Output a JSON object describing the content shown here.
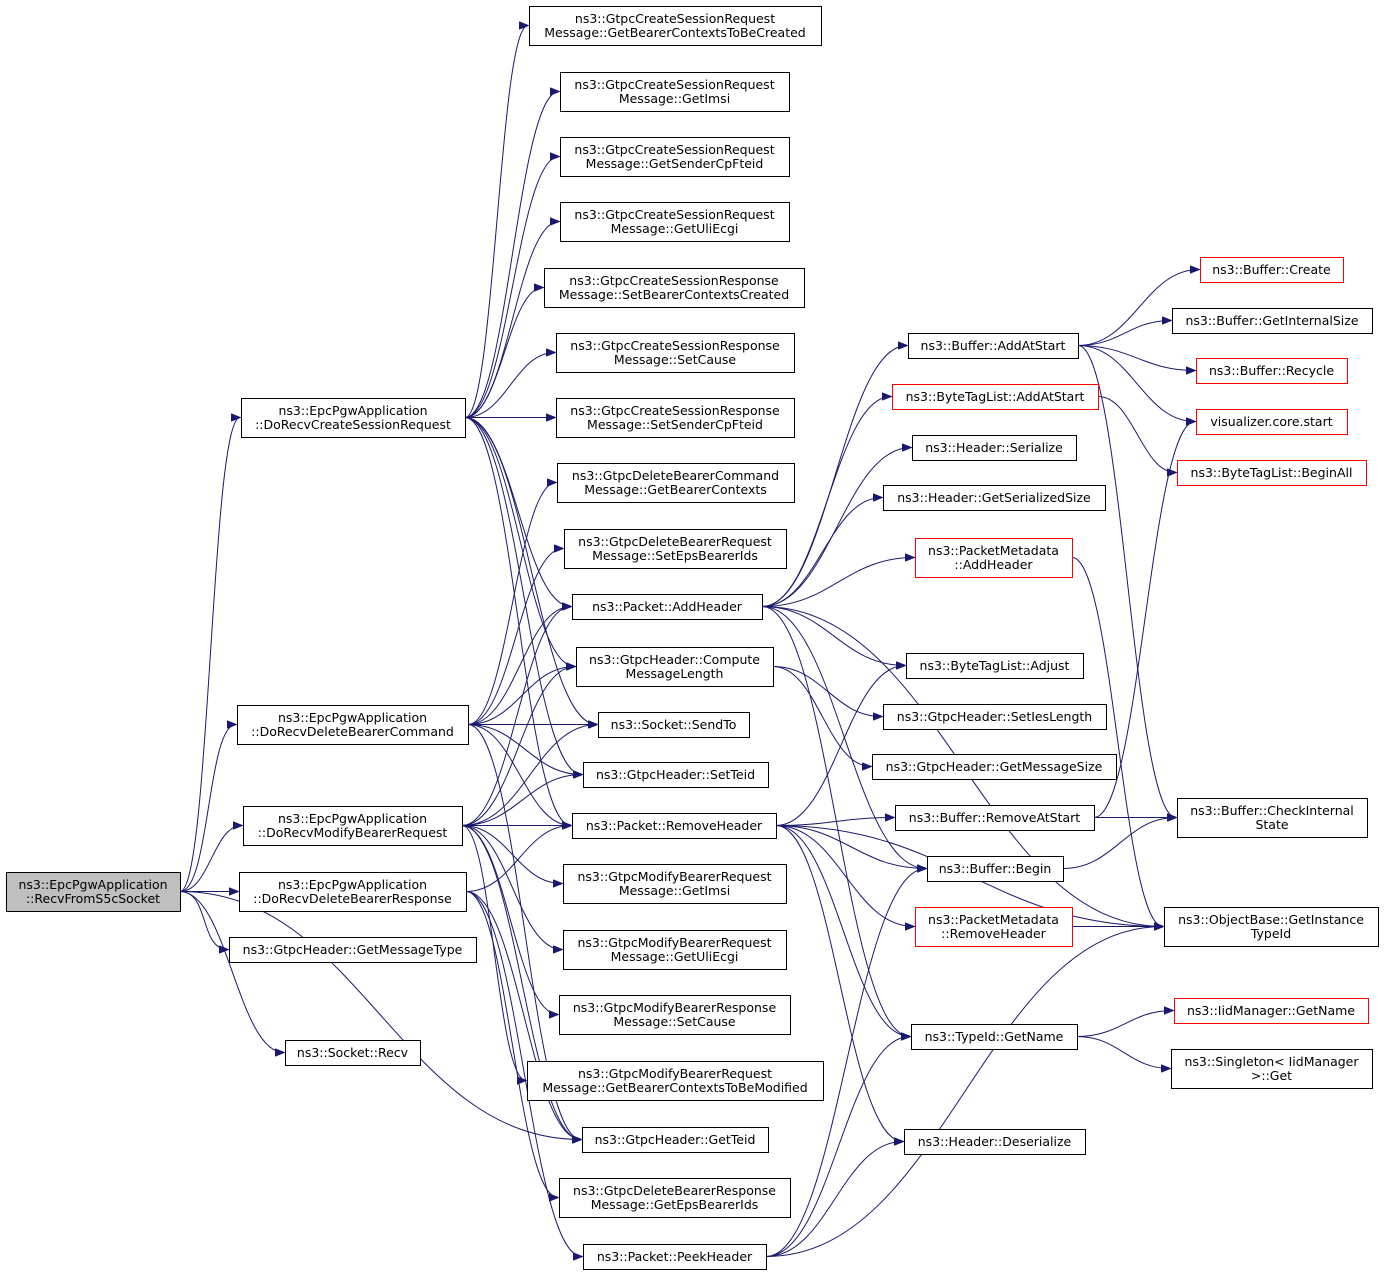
{
  "colors": {
    "edge": "#191970",
    "node_border": "#000000",
    "red_border": "#ff0000",
    "root_fill": "#bfbfbf",
    "node_fill": "#ffffff"
  },
  "nodes": {
    "root": {
      "lines": [
        "ns3::EpcPgwApplication",
        "::RecvFromS5cSocket"
      ],
      "style": "root"
    },
    "dcsr": {
      "lines": [
        "ns3::EpcPgwApplication",
        "::DoRecvCreateSessionRequest"
      ],
      "style": "normal"
    },
    "ddbc": {
      "lines": [
        "ns3::EpcPgwApplication",
        "::DoRecvDeleteBearerCommand"
      ],
      "style": "normal"
    },
    "dmbr": {
      "lines": [
        "ns3::EpcPgwApplication",
        "::DoRecvModifyBearerRequest"
      ],
      "style": "normal"
    },
    "ddbr": {
      "lines": [
        "ns3::EpcPgwApplication",
        "::DoRecvDeleteBearerResponse"
      ],
      "style": "normal"
    },
    "gmt": {
      "lines": [
        "ns3::GtpcHeader::GetMessageType"
      ],
      "style": "normal"
    },
    "recv": {
      "lines": [
        "ns3::Socket::Recv"
      ],
      "style": "normal"
    },
    "csr_gbc": {
      "lines": [
        "ns3::GtpcCreateSessionRequest",
        "Message::GetBearerContextsToBeCreated"
      ],
      "style": "normal"
    },
    "csr_gi": {
      "lines": [
        "ns3::GtpcCreateSessionRequest",
        "Message::GetImsi"
      ],
      "style": "normal"
    },
    "csr_gsc": {
      "lines": [
        "ns3::GtpcCreateSessionRequest",
        "Message::GetSenderCpFteid"
      ],
      "style": "normal"
    },
    "csr_gue": {
      "lines": [
        "ns3::GtpcCreateSessionRequest",
        "Message::GetUliEcgi"
      ],
      "style": "normal"
    },
    "csrs_sbc": {
      "lines": [
        "ns3::GtpcCreateSessionResponse",
        "Message::SetBearerContextsCreated"
      ],
      "style": "normal"
    },
    "csrs_sc": {
      "lines": [
        "ns3::GtpcCreateSessionResponse",
        "Message::SetCause"
      ],
      "style": "normal"
    },
    "csrs_ssc": {
      "lines": [
        "ns3::GtpcCreateSessionResponse",
        "Message::SetSenderCpFteid"
      ],
      "style": "normal"
    },
    "dbc_gbc": {
      "lines": [
        "ns3::GtpcDeleteBearerCommand",
        "Message::GetBearerContexts"
      ],
      "style": "normal"
    },
    "dbr_seb": {
      "lines": [
        "ns3::GtpcDeleteBearerRequest",
        "Message::SetEpsBearerIds"
      ],
      "style": "normal"
    },
    "pah": {
      "lines": [
        "ns3::Packet::AddHeader"
      ],
      "style": "normal"
    },
    "gcml": {
      "lines": [
        "ns3::GtpcHeader::Compute",
        "MessageLength"
      ],
      "style": "normal"
    },
    "sendto": {
      "lines": [
        "ns3::Socket::SendTo"
      ],
      "style": "normal"
    },
    "stid": {
      "lines": [
        "ns3::GtpcHeader::SetTeid"
      ],
      "style": "normal"
    },
    "prh": {
      "lines": [
        "ns3::Packet::RemoveHeader"
      ],
      "style": "normal"
    },
    "mbr_gi": {
      "lines": [
        "ns3::GtpcModifyBearerRequest",
        "Message::GetImsi"
      ],
      "style": "normal"
    },
    "mbr_gue": {
      "lines": [
        "ns3::GtpcModifyBearerRequest",
        "Message::GetUliEcgi"
      ],
      "style": "normal"
    },
    "mbrs_sc": {
      "lines": [
        "ns3::GtpcModifyBearerResponse",
        "Message::SetCause"
      ],
      "style": "normal"
    },
    "mbr_gbm": {
      "lines": [
        "ns3::GtpcModifyBearerRequest",
        "Message::GetBearerContextsToBeModified"
      ],
      "style": "normal"
    },
    "gtid": {
      "lines": [
        "ns3::GtpcHeader::GetTeid"
      ],
      "style": "normal"
    },
    "dbrs_geb": {
      "lines": [
        "ns3::GtpcDeleteBearerResponse",
        "Message::GetEpsBearerIds"
      ],
      "style": "normal"
    },
    "pph": {
      "lines": [
        "ns3::Packet::PeekHeader"
      ],
      "style": "normal"
    },
    "b_aas": {
      "lines": [
        "ns3::Buffer::AddAtStart"
      ],
      "style": "normal"
    },
    "btl_aas": {
      "lines": [
        "ns3::ByteTagList::AddAtStart"
      ],
      "style": "red"
    },
    "h_ser": {
      "lines": [
        "ns3::Header::Serialize"
      ],
      "style": "normal"
    },
    "h_gss": {
      "lines": [
        "ns3::Header::GetSerializedSize"
      ],
      "style": "normal"
    },
    "pm_ah": {
      "lines": [
        "ns3::PacketMetadata",
        "::AddHeader"
      ],
      "style": "red"
    },
    "btl_adj": {
      "lines": [
        "ns3::ByteTagList::Adjust"
      ],
      "style": "normal"
    },
    "sil": {
      "lines": [
        "ns3::GtpcHeader::SetIesLength"
      ],
      "style": "normal"
    },
    "gms": {
      "lines": [
        "ns3::GtpcHeader::GetMessageSize"
      ],
      "style": "normal"
    },
    "b_ras": {
      "lines": [
        "ns3::Buffer::RemoveAtStart"
      ],
      "style": "normal"
    },
    "b_begin": {
      "lines": [
        "ns3::Buffer::Begin"
      ],
      "style": "normal"
    },
    "pm_rh": {
      "lines": [
        "ns3::PacketMetadata",
        "::RemoveHeader"
      ],
      "style": "red"
    },
    "tid_gn": {
      "lines": [
        "ns3::TypeId::GetName"
      ],
      "style": "normal"
    },
    "h_deser": {
      "lines": [
        "ns3::Header::Deserialize"
      ],
      "style": "normal"
    },
    "b_create": {
      "lines": [
        "ns3::Buffer::Create"
      ],
      "style": "red"
    },
    "b_gis": {
      "lines": [
        "ns3::Buffer::GetInternalSize"
      ],
      "style": "normal"
    },
    "b_rec": {
      "lines": [
        "ns3::Buffer::Recycle"
      ],
      "style": "red"
    },
    "vis": {
      "lines": [
        "visualizer.core.start"
      ],
      "style": "red"
    },
    "btl_ba": {
      "lines": [
        "ns3::ByteTagList::BeginAll"
      ],
      "style": "red"
    },
    "b_cis": {
      "lines": [
        "ns3::Buffer::CheckInternal",
        "State"
      ],
      "style": "normal"
    },
    "ob_git": {
      "lines": [
        "ns3::ObjectBase::GetInstance",
        "TypeId"
      ],
      "style": "normal"
    },
    "iid_gn": {
      "lines": [
        "ns3::IidManager::GetName"
      ],
      "style": "red"
    },
    "sing": {
      "lines": [
        "ns3::Singleton< IidManager",
        ">::Get"
      ],
      "style": "normal"
    }
  },
  "edges": [
    [
      "root",
      "dcsr"
    ],
    [
      "root",
      "ddbc"
    ],
    [
      "root",
      "dmbr"
    ],
    [
      "root",
      "ddbr"
    ],
    [
      "root",
      "gmt"
    ],
    [
      "root",
      "recv"
    ],
    [
      "root",
      "gtid"
    ],
    [
      "dcsr",
      "csr_gbc"
    ],
    [
      "dcsr",
      "csr_gi"
    ],
    [
      "dcsr",
      "csr_gsc"
    ],
    [
      "dcsr",
      "csr_gue"
    ],
    [
      "dcsr",
      "csrs_sbc"
    ],
    [
      "dcsr",
      "csrs_sc"
    ],
    [
      "dcsr",
      "csrs_ssc"
    ],
    [
      "dcsr",
      "pah"
    ],
    [
      "dcsr",
      "gcml"
    ],
    [
      "dcsr",
      "sendto"
    ],
    [
      "dcsr",
      "stid"
    ],
    [
      "dcsr",
      "prh"
    ],
    [
      "ddbc",
      "dbc_gbc"
    ],
    [
      "ddbc",
      "dbr_seb"
    ],
    [
      "ddbc",
      "pah"
    ],
    [
      "ddbc",
      "gcml"
    ],
    [
      "ddbc",
      "sendto"
    ],
    [
      "ddbc",
      "stid"
    ],
    [
      "ddbc",
      "prh"
    ],
    [
      "ddbc",
      "gtid"
    ],
    [
      "dmbr",
      "pah"
    ],
    [
      "dmbr",
      "gcml"
    ],
    [
      "dmbr",
      "sendto"
    ],
    [
      "dmbr",
      "stid"
    ],
    [
      "dmbr",
      "prh"
    ],
    [
      "dmbr",
      "mbr_gi"
    ],
    [
      "dmbr",
      "mbr_gue"
    ],
    [
      "dmbr",
      "mbrs_sc"
    ],
    [
      "dmbr",
      "mbr_gbm"
    ],
    [
      "dmbr",
      "gtid"
    ],
    [
      "ddbr",
      "prh"
    ],
    [
      "ddbr",
      "dbrs_geb"
    ],
    [
      "ddbr",
      "gtid"
    ],
    [
      "ddbr",
      "pph"
    ],
    [
      "pah",
      "b_aas"
    ],
    [
      "pah",
      "btl_aas"
    ],
    [
      "pah",
      "h_ser"
    ],
    [
      "pah",
      "h_gss"
    ],
    [
      "pah",
      "pm_ah"
    ],
    [
      "pah",
      "btl_adj"
    ],
    [
      "pah",
      "b_begin"
    ],
    [
      "pah",
      "tid_gn"
    ],
    [
      "pah",
      "ob_git"
    ],
    [
      "gcml",
      "sil"
    ],
    [
      "gcml",
      "gms"
    ],
    [
      "prh",
      "b_ras"
    ],
    [
      "prh",
      "b_begin"
    ],
    [
      "prh",
      "pm_rh"
    ],
    [
      "prh",
      "tid_gn"
    ],
    [
      "prh",
      "h_deser"
    ],
    [
      "prh",
      "ob_git"
    ],
    [
      "prh",
      "btl_adj"
    ],
    [
      "pph",
      "tid_gn"
    ],
    [
      "pph",
      "h_deser"
    ],
    [
      "pph",
      "ob_git"
    ],
    [
      "pph",
      "b_begin"
    ],
    [
      "b_aas",
      "b_create"
    ],
    [
      "b_aas",
      "b_gis"
    ],
    [
      "b_aas",
      "b_rec"
    ],
    [
      "b_aas",
      "vis"
    ],
    [
      "b_aas",
      "b_cis"
    ],
    [
      "btl_aas",
      "btl_ba"
    ],
    [
      "pm_ah",
      "ob_git"
    ],
    [
      "b_ras",
      "vis"
    ],
    [
      "b_ras",
      "b_cis"
    ],
    [
      "b_begin",
      "b_cis"
    ],
    [
      "pm_rh",
      "ob_git"
    ],
    [
      "tid_gn",
      "iid_gn"
    ],
    [
      "tid_gn",
      "sing"
    ]
  ]
}
